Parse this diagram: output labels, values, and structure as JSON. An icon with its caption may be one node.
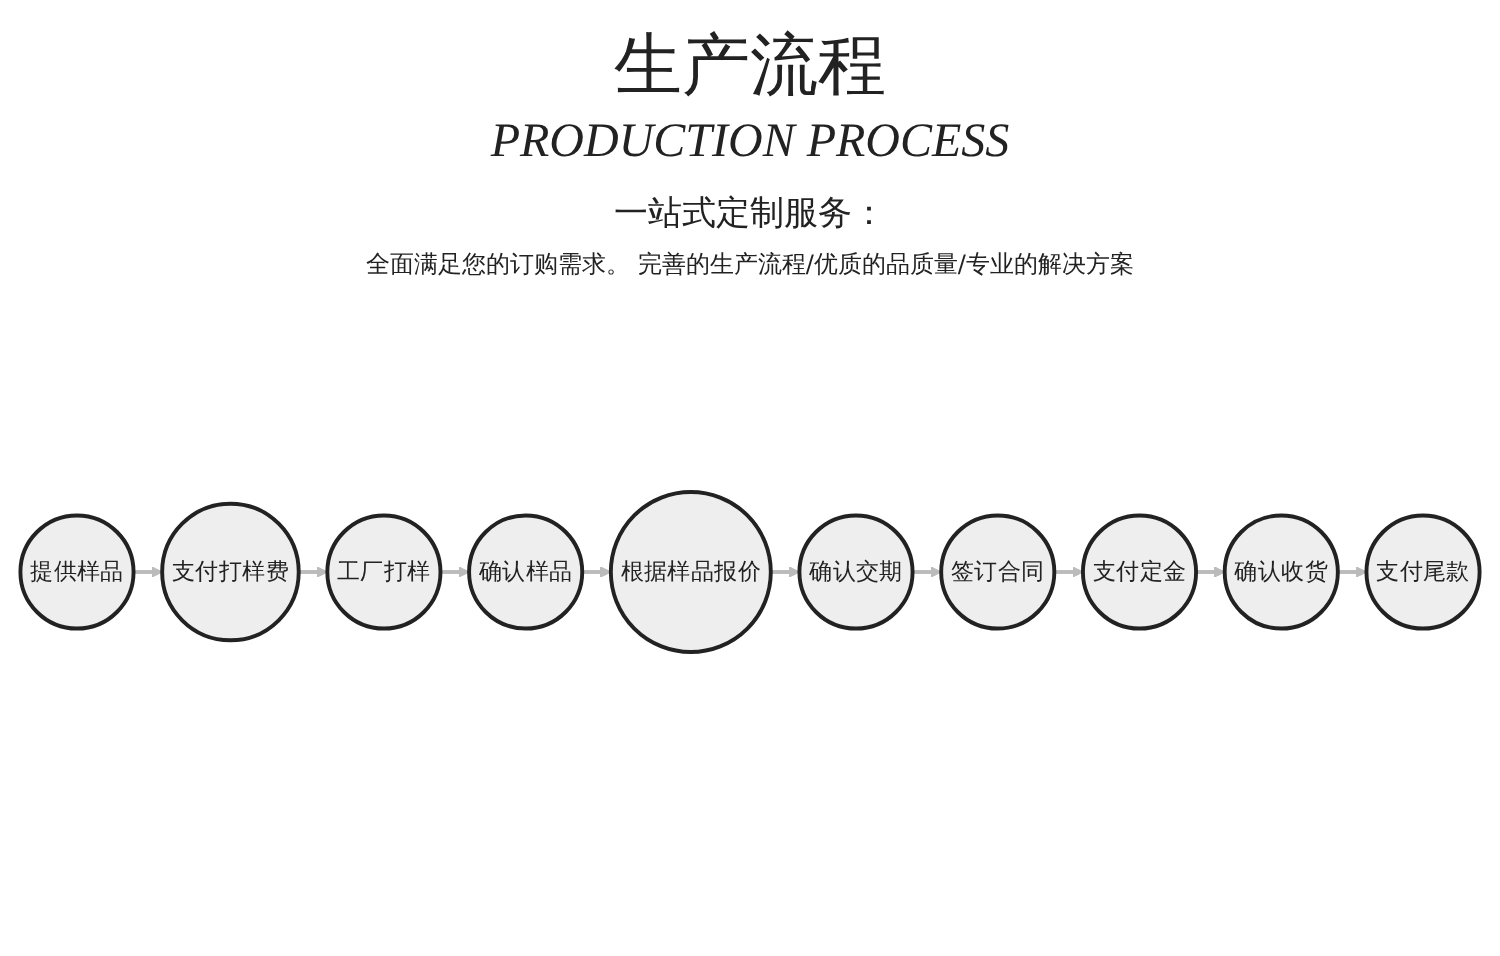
{
  "diagram": {
    "title": "生产流程",
    "nodes": [
      {
        "text": [
          "提供样品"
        ]
      },
      {
        "text": [
          "支付打样费"
        ]
      },
      {
        "text": [
          "工厂打样"
        ]
      },
      {
        "text": [
          "确认样品"
        ]
      },
      {
        "text": [
          "根据样品报价"
        ]
      },
      {
        "text": [
          "确认交期"
        ]
      },
      {
        "text": [
          "签订合同"
        ]
      },
      {
        "text": [
          "支付定金"
        ]
      },
      {
        "text": [
          "确认收货"
        ]
      },
      {
        "text": [
          "支付尾款"
        ]
      }
    ],
    "edges": [
      {
        "from": 0,
        "to": 1,
        "arrow": "to"
      },
      {
        "from": 1,
        "to": 2,
        "arrow": "to"
      },
      {
        "from": 2,
        "to": 3,
        "arrow": "to"
      },
      {
        "from": 3,
        "to": 4,
        "arrow": "to"
      },
      {
        "from": 4,
        "to": 5,
        "arrow": "to"
      },
      {
        "from": 5,
        "to": 6,
        "arrow": "to"
      },
      {
        "from": 6,
        "to": 7,
        "arrow": "to"
      },
      {
        "from": 7,
        "to": 8,
        "arrow": "to"
      },
      {
        "from": 8,
        "to": 9,
        "arrow": "to"
      }
    ],
    "labels": [
      "PRODUCTION PROCESS",
      "一站式定制服务：",
      "全面满足您的订购需求。 完善的生产流程/优质的品质量/专业的解决方案"
    ]
  }
}
